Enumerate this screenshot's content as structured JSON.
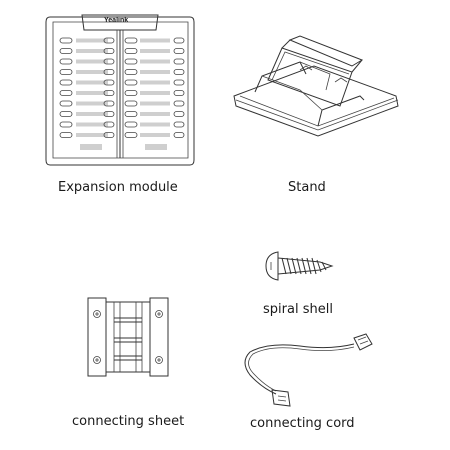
{
  "items": {
    "expansion_module": {
      "caption": "Expansion module",
      "brand": "Yealink"
    },
    "stand": {
      "caption": "Stand"
    },
    "spiral_shell": {
      "caption": "spiral shell"
    },
    "connecting_sheet": {
      "caption": "connecting sheet"
    },
    "connecting_cord": {
      "caption": "connecting cord"
    }
  }
}
